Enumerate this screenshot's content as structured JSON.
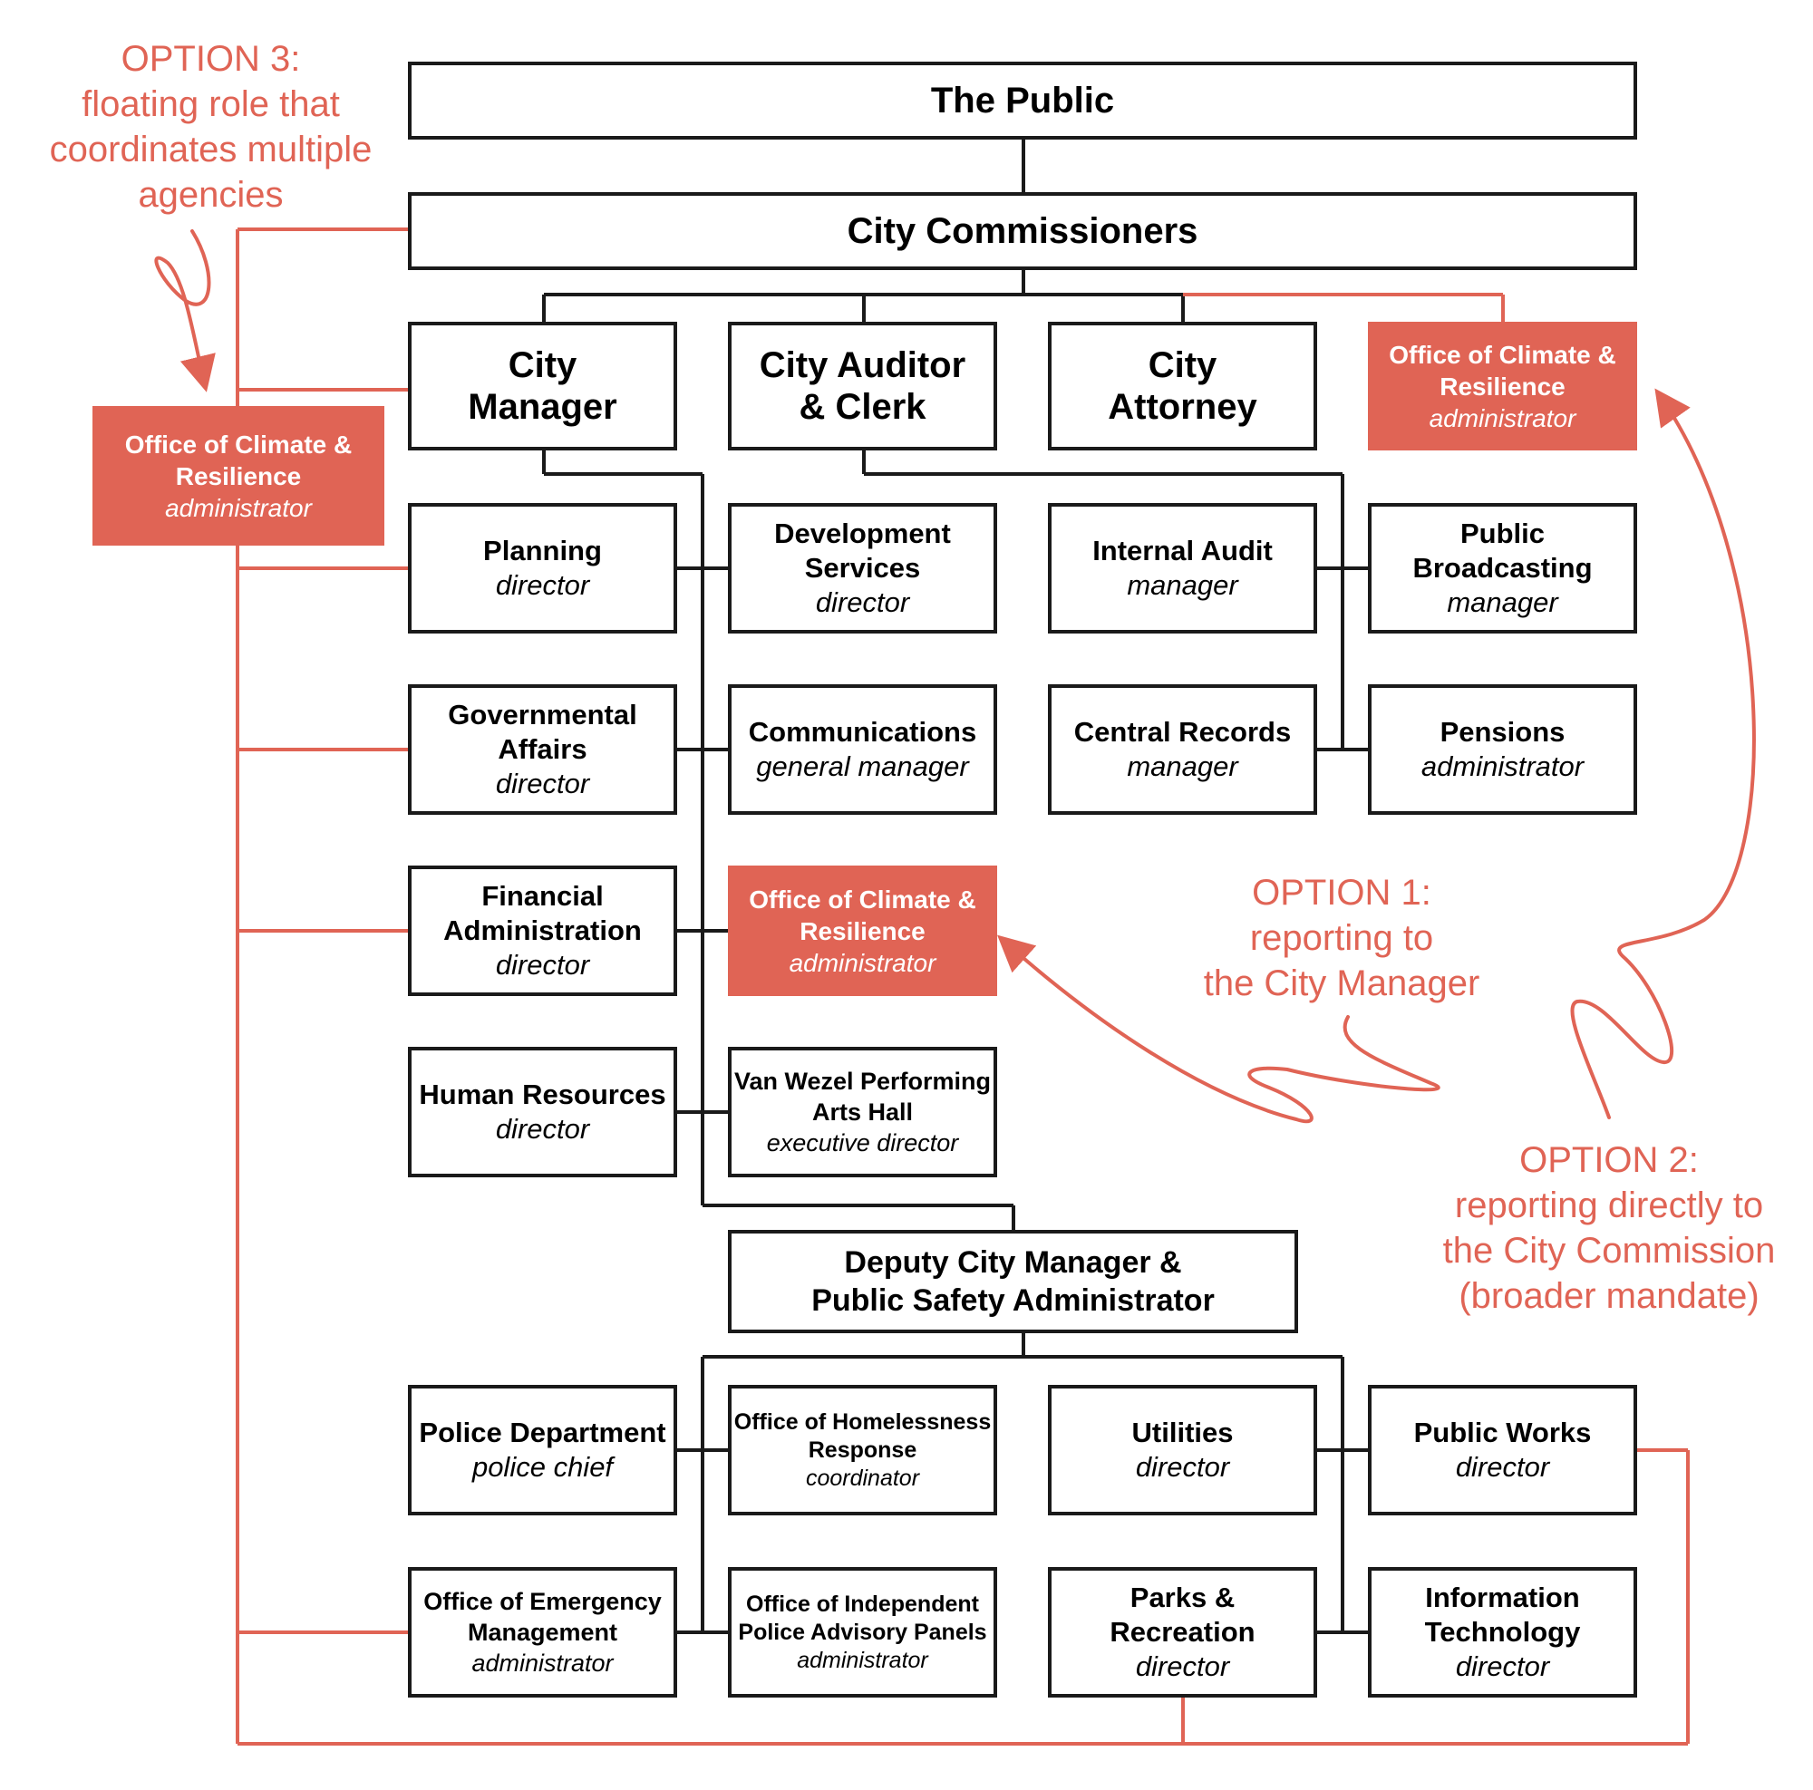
{
  "colors": {
    "accent": "#e06455",
    "line": "#1a1a1a"
  },
  "boxes": {
    "public": {
      "title": "The Public"
    },
    "commissioners": {
      "title": "City Commissioners"
    },
    "city_manager": {
      "title": "City Manager"
    },
    "auditor": {
      "title": "City Auditor & Clerk"
    },
    "attorney": {
      "title": "City Attorney"
    },
    "ocr_top": {
      "title": "Office of Climate & Resilience",
      "role": "administrator"
    },
    "ocr_left": {
      "title": "Office of Climate & Resilience",
      "role": "administrator"
    },
    "planning": {
      "title": "Planning",
      "role": "director"
    },
    "dev_services": {
      "title": "Development Services",
      "role": "director"
    },
    "internal_audit": {
      "title": "Internal Audit",
      "role": "manager"
    },
    "broadcasting": {
      "title": "Public Broadcasting",
      "role": "manager"
    },
    "gov_affairs": {
      "title": "Governmental Affairs",
      "role": "director"
    },
    "communications": {
      "title": "Communications",
      "role": "general manager"
    },
    "central_records": {
      "title": "Central Records",
      "role": "manager"
    },
    "pensions": {
      "title": "Pensions",
      "role": "administrator"
    },
    "financial": {
      "title": "Financial Administration",
      "role": "director"
    },
    "ocr_mid": {
      "title": "Office of Climate & Resilience",
      "role": "administrator"
    },
    "hr": {
      "title": "Human Resources",
      "role": "director"
    },
    "van_wezel": {
      "title": "Van Wezel Performing Arts Hall",
      "role": "executive director"
    },
    "deputy": {
      "title": "Deputy City Manager & Public Safety Administrator"
    },
    "police": {
      "title": "Police Department",
      "role": "police chief"
    },
    "homelessness": {
      "title": "Office of Homelessness Response",
      "role": "coordinator"
    },
    "utilities": {
      "title": "Utilities",
      "role": "director"
    },
    "public_works": {
      "title": "Public Works",
      "role": "director"
    },
    "emergency": {
      "title": "Office of Emergency Management",
      "role": "administrator"
    },
    "police_advisory": {
      "title": "Office of Independent Police Advisory Panels",
      "role": "administrator"
    },
    "parks": {
      "title": "Parks & Recreation",
      "role": "director"
    },
    "it": {
      "title": "Information Technology",
      "role": "director"
    }
  },
  "annotations": {
    "option3": [
      "OPTION 3:",
      "floating role that",
      "coordinates multiple",
      "agencies"
    ],
    "option1": [
      "OPTION 1:",
      "reporting to",
      "the City Manager"
    ],
    "option2": [
      "OPTION 2:",
      "reporting directly to",
      "the City Commission",
      "(broader mandate)"
    ]
  }
}
